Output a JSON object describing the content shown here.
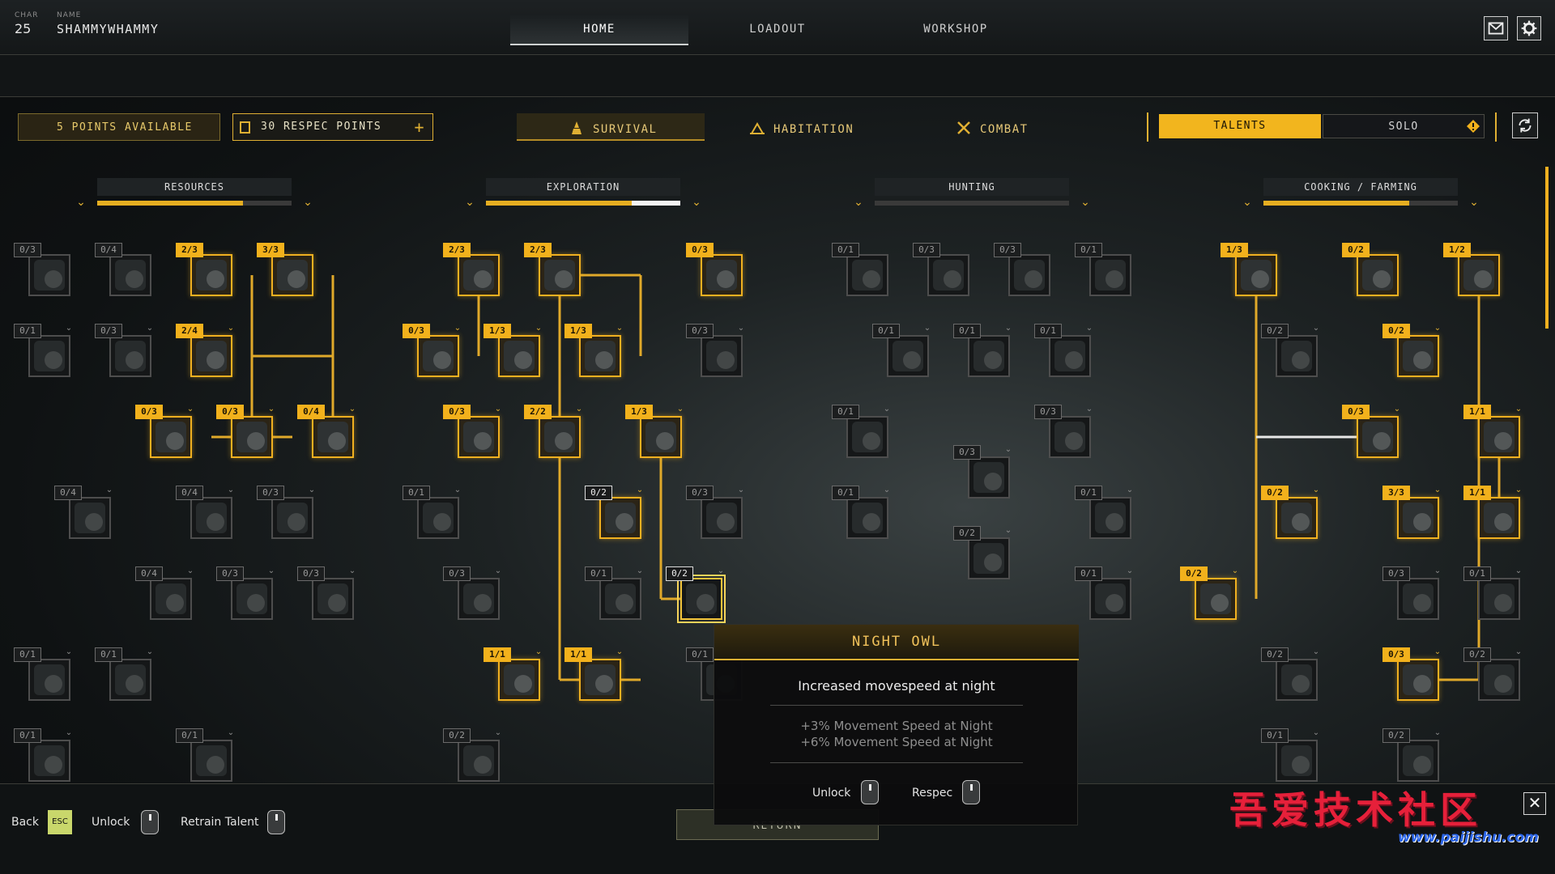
{
  "header": {
    "char_label": "CHAR",
    "char_level": "25",
    "name_label": "NAME",
    "name_value": "SHAMMYWHAMMY",
    "nav": [
      {
        "label": "HOME"
      },
      {
        "label": "LOADOUT"
      },
      {
        "label": "WORKSHOP"
      }
    ]
  },
  "controls": {
    "points_available": "5 POINTS AVAILABLE",
    "respec_points": "30 RESPEC POINTS",
    "tabs": [
      {
        "label": "SURVIVAL"
      },
      {
        "label": "HABITATION"
      },
      {
        "label": "COMBAT"
      }
    ],
    "toggle": [
      {
        "label": "TALENTS"
      },
      {
        "label": "SOLO"
      }
    ]
  },
  "columns": [
    {
      "title": "RESOURCES",
      "progress_fill": 0.75,
      "progress_white": 0
    },
    {
      "title": "EXPLORATION",
      "progress_fill": 0.75,
      "progress_white": 0.25
    },
    {
      "title": "HUNTING",
      "progress_fill": 0,
      "progress_white": 0
    },
    {
      "title": "COOKING / FARMING",
      "progress_fill": 0.75,
      "progress_white": 0
    }
  ],
  "nodes": [
    {
      "c": 0,
      "r": 0,
      "s": 0,
      "b": "0/3"
    },
    {
      "c": 0,
      "r": 0,
      "s": 1,
      "b": "0/4"
    },
    {
      "c": 0,
      "r": 0,
      "s": 2,
      "b": "2/3",
      "on": true
    },
    {
      "c": 0,
      "r": 0,
      "s": 3,
      "b": "3/3",
      "on": true
    },
    {
      "c": 0,
      "r": 1,
      "s": 0,
      "b": "0/1"
    },
    {
      "c": 0,
      "r": 1,
      "s": 1,
      "b": "0/3"
    },
    {
      "c": 0,
      "r": 1,
      "s": 2,
      "b": "2/4",
      "on": true
    },
    {
      "c": 0,
      "r": 2,
      "s": 1.5,
      "b": "0/3",
      "on": true
    },
    {
      "c": 0,
      "r": 2,
      "s": 2.5,
      "b": "0/3",
      "on": true
    },
    {
      "c": 0,
      "r": 2,
      "s": 3.5,
      "b": "0/4",
      "on": true
    },
    {
      "c": 0,
      "r": 3,
      "s": 0.5,
      "b": "0/4"
    },
    {
      "c": 0,
      "r": 3,
      "s": 2,
      "b": "0/4"
    },
    {
      "c": 0,
      "r": 3,
      "s": 3,
      "b": "0/3"
    },
    {
      "c": 0,
      "r": 4,
      "s": 1.5,
      "b": "0/4"
    },
    {
      "c": 0,
      "r": 4,
      "s": 2.5,
      "b": "0/3"
    },
    {
      "c": 0,
      "r": 4,
      "s": 3.5,
      "b": "0/3"
    },
    {
      "c": 0,
      "r": 5,
      "s": 0,
      "b": "0/1"
    },
    {
      "c": 0,
      "r": 5,
      "s": 1,
      "b": "0/1"
    },
    {
      "c": 0,
      "r": 6,
      "s": 0,
      "b": "0/1"
    },
    {
      "c": 0,
      "r": 6,
      "s": 2,
      "b": "0/1"
    },
    {
      "c": 1,
      "r": 0,
      "s": 0.5,
      "b": "2/3",
      "on": true
    },
    {
      "c": 1,
      "r": 0,
      "s": 1.5,
      "b": "2/3",
      "on": true
    },
    {
      "c": 1,
      "r": 0,
      "s": 3.5,
      "b": "0/3",
      "on": true
    },
    {
      "c": 1,
      "r": 1,
      "s": 0,
      "b": "0/3",
      "on": true
    },
    {
      "c": 1,
      "r": 1,
      "s": 1,
      "b": "1/3",
      "on": true
    },
    {
      "c": 1,
      "r": 1,
      "s": 2,
      "b": "1/3",
      "on": true
    },
    {
      "c": 1,
      "r": 1,
      "s": 3.5,
      "b": "0/3"
    },
    {
      "c": 1,
      "r": 2,
      "s": 0.5,
      "b": "0/3",
      "on": true
    },
    {
      "c": 1,
      "r": 2,
      "s": 1.5,
      "b": "2/2",
      "on": true
    },
    {
      "c": 1,
      "r": 2,
      "s": 2.75,
      "b": "1/3",
      "on": true
    },
    {
      "c": 1,
      "r": 3,
      "s": 0,
      "b": "0/1"
    },
    {
      "c": 1,
      "r": 3,
      "s": 2.25,
      "b": "0/2",
      "w": true,
      "on": true
    },
    {
      "c": 1,
      "r": 3,
      "s": 3.5,
      "b": "0/3"
    },
    {
      "c": 1,
      "r": 4,
      "s": 0.5,
      "b": "0/3"
    },
    {
      "c": 1,
      "r": 4,
      "s": 2.25,
      "b": "0/1"
    },
    {
      "c": 1,
      "r": 4,
      "s": 3.25,
      "b": "0/2",
      "w": true,
      "sel": true
    },
    {
      "c": 1,
      "r": 5,
      "s": 1,
      "b": "1/1",
      "on": true
    },
    {
      "c": 1,
      "r": 5,
      "s": 2,
      "b": "1/1",
      "on": true
    },
    {
      "c": 1,
      "r": 5,
      "s": 3.5,
      "b": "0/1"
    },
    {
      "c": 1,
      "r": 6,
      "s": 0.5,
      "b": "0/2"
    },
    {
      "c": 2,
      "r": 0,
      "s": 0.5,
      "b": "0/1"
    },
    {
      "c": 2,
      "r": 0,
      "s": 1.5,
      "b": "0/3"
    },
    {
      "c": 2,
      "r": 0,
      "s": 2.5,
      "b": "0/3"
    },
    {
      "c": 2,
      "r": 0,
      "s": 3.5,
      "b": "0/1"
    },
    {
      "c": 2,
      "r": 1,
      "s": 1,
      "b": "0/1"
    },
    {
      "c": 2,
      "r": 1,
      "s": 2,
      "b": "0/1"
    },
    {
      "c": 2,
      "r": 1,
      "s": 3,
      "b": "0/1"
    },
    {
      "c": 2,
      "r": 2,
      "s": 0.5,
      "b": "0/1"
    },
    {
      "c": 2,
      "r": 2,
      "s": 3,
      "b": "0/3"
    },
    {
      "c": 2,
      "r": 2.5,
      "s": 2,
      "b": "0/3"
    },
    {
      "c": 2,
      "r": 3,
      "s": 0.5,
      "b": "0/1"
    },
    {
      "c": 2,
      "r": 3,
      "s": 3.5,
      "b": "0/1"
    },
    {
      "c": 2,
      "r": 3.5,
      "s": 2,
      "b": "0/2"
    },
    {
      "c": 2,
      "r": 4,
      "s": 3.5,
      "b": "0/1"
    },
    {
      "c": 3,
      "r": 0,
      "s": 0.5,
      "b": "1/3",
      "on": true
    },
    {
      "c": 3,
      "r": 0,
      "s": 2,
      "b": "0/2",
      "on": true
    },
    {
      "c": 3,
      "r": 0,
      "s": 3.25,
      "b": "1/2",
      "on": true
    },
    {
      "c": 3,
      "r": 1,
      "s": 1,
      "b": "0/2"
    },
    {
      "c": 3,
      "r": 1,
      "s": 2.5,
      "b": "0/2",
      "on": true
    },
    {
      "c": 3,
      "r": 2,
      "s": 2,
      "b": "0/3",
      "on": true
    },
    {
      "c": 3,
      "r": 2,
      "s": 3.5,
      "b": "1/1",
      "on": true
    },
    {
      "c": 3,
      "r": 3,
      "s": 1,
      "b": "0/2",
      "on": true
    },
    {
      "c": 3,
      "r": 3,
      "s": 2.5,
      "b": "3/3",
      "on": true
    },
    {
      "c": 3,
      "r": 3,
      "s": 3.5,
      "b": "1/1",
      "on": true
    },
    {
      "c": 3,
      "r": 4,
      "s": 0,
      "b": "0/2",
      "on": true
    },
    {
      "c": 3,
      "r": 4,
      "s": 2.5,
      "b": "0/3"
    },
    {
      "c": 3,
      "r": 4,
      "s": 3.5,
      "b": "0/1"
    },
    {
      "c": 3,
      "r": 5,
      "s": 1,
      "b": "0/2"
    },
    {
      "c": 3,
      "r": 5,
      "s": 2.5,
      "b": "0/3",
      "on": true
    },
    {
      "c": 3,
      "r": 5,
      "s": 3.5,
      "b": "0/2"
    },
    {
      "c": 3,
      "r": 6,
      "s": 1,
      "b": "0/1"
    },
    {
      "c": 3,
      "r": 6,
      "s": 2.5,
      "b": "0/2"
    }
  ],
  "tooltip": {
    "title": "NIGHT OWL",
    "description": "Increased movespeed at night",
    "lines": [
      "+3% Movement Speed at Night",
      "+6% Movement Speed at Night"
    ],
    "actions": [
      {
        "label": "Unlock"
      },
      {
        "label": "Respec"
      }
    ]
  },
  "footer": {
    "back_label": "Back",
    "back_key": "ESC",
    "unlock_label": "Unlock",
    "retrain_label": "Retrain Talent",
    "return_label": "RETURN"
  },
  "watermark": {
    "text": "吾爱技术社区",
    "url": "www.paijishu.com"
  },
  "colors": {
    "accent": "#f2b11c",
    "panel": "#151718"
  }
}
